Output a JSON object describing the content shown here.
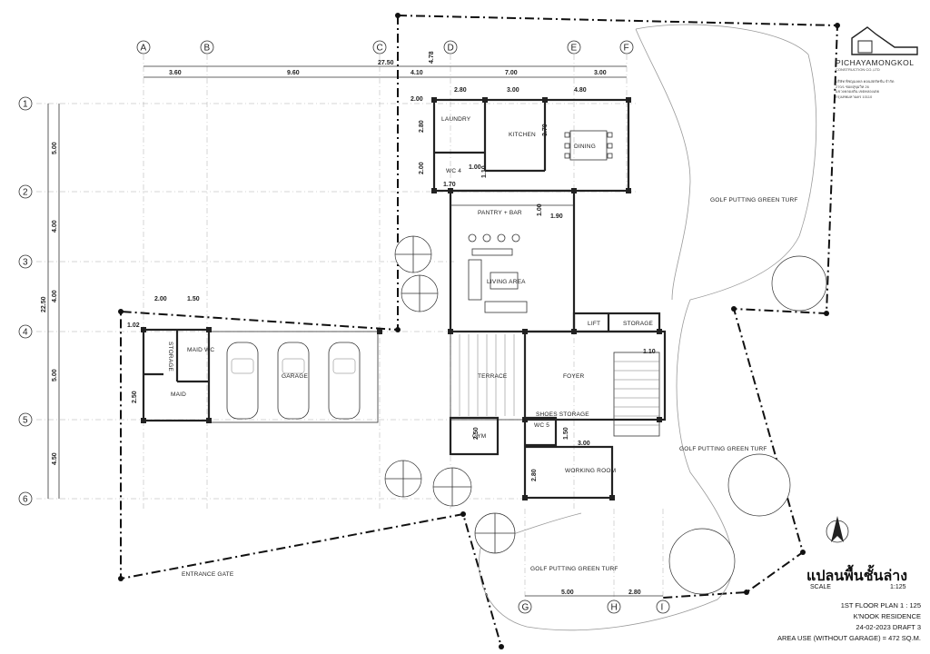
{
  "company": {
    "name": "PICHAYAMONGKOL",
    "sub": "CONSTRUCTION CO.,LTD",
    "address_lines": [
      "บริษัท พิชญมงคล คอนสตรัคชั่น จำกัด",
      "270/1 ซอยสุขุมวิท 26",
      "แขวงคลองตัน เขตคลองเตย",
      "กรุงเทพมหานคร 10110"
    ]
  },
  "grid": {
    "columns": [
      "A",
      "B",
      "C",
      "D",
      "E",
      "F",
      "G",
      "H",
      "I"
    ],
    "rows": [
      "1",
      "2",
      "3",
      "4",
      "5",
      "6"
    ]
  },
  "dimensions": {
    "top_overall": "27.50",
    "top_segments": [
      "3.60",
      "9.60",
      "4.10",
      "7.00",
      "3.00"
    ],
    "left_overall": "22.50",
    "left_segments": [
      "5.00",
      "4.00",
      "4.00",
      "5.00",
      "4.50"
    ],
    "right_vertical": "4.78",
    "interior": [
      "2.00",
      "2.80",
      "3.00",
      "4.80",
      "2.80",
      "3.70",
      "2.00",
      "1.00",
      "1.10",
      "1.70",
      "1.00",
      "1.90",
      "2.00",
      "1.50",
      "1.02",
      "2.50",
      "2.50",
      "1.50",
      "3.00",
      "2.80",
      "1.10"
    ],
    "bottom_segments": [
      "5.00",
      "2.80"
    ]
  },
  "rooms": {
    "laundry": "LAUNDRY",
    "kitchen": "KITCHEN",
    "dining": "DINING",
    "wc4": "WC 4",
    "pantry": "PANTRY + BAR",
    "living": "LIVING AREA",
    "lift": "LIFT",
    "storage": "STORAGE",
    "storage_vert": "STORAGE",
    "maid_wc": "MAID WC",
    "maid": "MAID",
    "garage": "GARAGE",
    "terrace": "TERRACE",
    "foyer": "FOYER",
    "shoes": "SHOES STORAGE",
    "wc5": "WC 5",
    "gym": "GYM",
    "working": "WORKING ROOM",
    "entrance": "ENTRANCE GATE",
    "turf1": "GOLF PUTTING GREEN TURF",
    "turf2": "GOLF PUTTING GREEN TURF",
    "turf3": "GOLF PUTTING GREEN TURF"
  },
  "title_block": {
    "thai_title": "แปลนพื้นชั้นล่าง",
    "scale_label": "SCALE",
    "scale_value": "1:125",
    "line1": "1ST FLOOR PLAN 1 : 125",
    "line2": "K'NOOK RESIDENCE",
    "line3": "24-02-2023 DRAFT 3",
    "line4": "AREA USE (WITHOUT GARAGE) = 472 SQ.M."
  }
}
